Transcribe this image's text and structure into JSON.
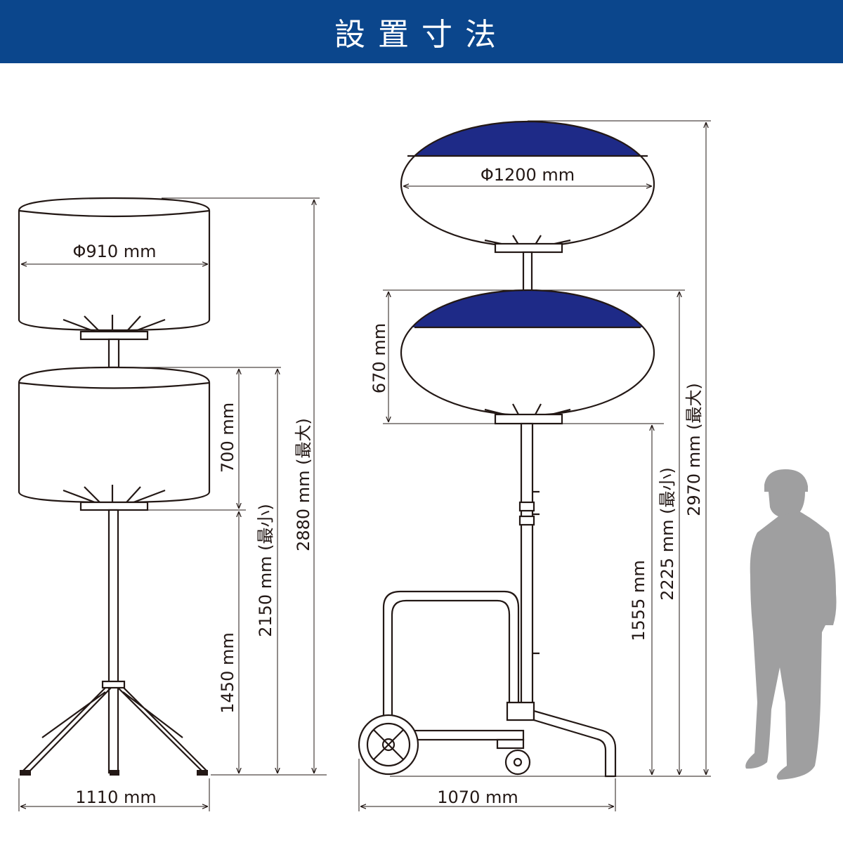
{
  "header": {
    "title": "設置寸法"
  },
  "colors": {
    "header_bg": "#0b468c",
    "balloon_cap": "#1e2a87",
    "person": "#9f9fa0"
  },
  "left_unit": {
    "diameter": "Φ910 mm",
    "balloon_height": "700 mm",
    "pole_height": "1450 mm",
    "min_height": "2150 mm (最小)",
    "max_height": "2880 mm (最大)",
    "base_width": "1110 mm"
  },
  "right_unit": {
    "diameter": "Φ1200 mm",
    "balloon_height": "670 mm",
    "pole_height": "1555 mm",
    "min_height": "2225 mm (最小)",
    "max_height": "2970 mm (最大)",
    "base_width": "1070 mm"
  }
}
